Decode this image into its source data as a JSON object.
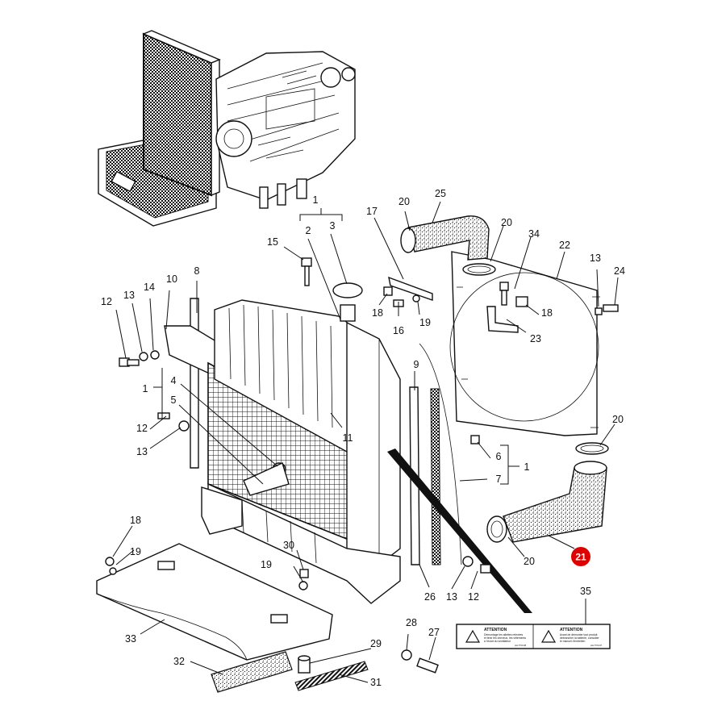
{
  "callouts": [
    {
      "id": "c1a",
      "label": "1"
    },
    {
      "id": "c1b",
      "label": "1"
    },
    {
      "id": "c1c",
      "label": "1"
    },
    {
      "id": "c2",
      "label": "2"
    },
    {
      "id": "c3",
      "label": "3"
    },
    {
      "id": "c4",
      "label": "4"
    },
    {
      "id": "c5",
      "label": "5"
    },
    {
      "id": "c6",
      "label": "6"
    },
    {
      "id": "c7",
      "label": "7"
    },
    {
      "id": "c8",
      "label": "8"
    },
    {
      "id": "c9",
      "label": "9"
    },
    {
      "id": "c10",
      "label": "10"
    },
    {
      "id": "c11",
      "label": "11"
    },
    {
      "id": "c12a",
      "label": "12"
    },
    {
      "id": "c12b",
      "label": "12"
    },
    {
      "id": "c12c",
      "label": "12"
    },
    {
      "id": "c13a",
      "label": "13"
    },
    {
      "id": "c13b",
      "label": "13"
    },
    {
      "id": "c13c",
      "label": "13"
    },
    {
      "id": "c13d",
      "label": "13"
    },
    {
      "id": "c14",
      "label": "14"
    },
    {
      "id": "c15",
      "label": "15"
    },
    {
      "id": "c16",
      "label": "16"
    },
    {
      "id": "c17",
      "label": "17"
    },
    {
      "id": "c18a",
      "label": "18"
    },
    {
      "id": "c18b",
      "label": "18"
    },
    {
      "id": "c18c",
      "label": "18"
    },
    {
      "id": "c19a",
      "label": "19"
    },
    {
      "id": "c19b",
      "label": "19"
    },
    {
      "id": "c19c",
      "label": "19"
    },
    {
      "id": "c20a",
      "label": "20"
    },
    {
      "id": "c20b",
      "label": "20"
    },
    {
      "id": "c20c",
      "label": "20"
    },
    {
      "id": "c20d",
      "label": "20"
    },
    {
      "id": "c22",
      "label": "22"
    },
    {
      "id": "c23",
      "label": "23"
    },
    {
      "id": "c24",
      "label": "24"
    },
    {
      "id": "c25",
      "label": "25"
    },
    {
      "id": "c26",
      "label": "26"
    },
    {
      "id": "c27",
      "label": "27"
    },
    {
      "id": "c28",
      "label": "28"
    },
    {
      "id": "c29",
      "label": "29"
    },
    {
      "id": "c30",
      "label": "30"
    },
    {
      "id": "c31",
      "label": "31"
    },
    {
      "id": "c32",
      "label": "32"
    },
    {
      "id": "c33",
      "label": "33"
    },
    {
      "id": "c34",
      "label": "34"
    },
    {
      "id": "c35",
      "label": "35"
    }
  ],
  "highlighted_callout": {
    "label": "21",
    "color": "#e00000"
  },
  "warning_decal": {
    "left": {
      "title": "ATTENTION",
      "lines": [
        "Démontage les ailettes relevées",
        "et tenir les cheveux, les vêtements",
        "à l'écart du ventilateur"
      ],
      "code": "HH-7700-98"
    },
    "right": {
      "title": "ATTENTION",
      "lines": [
        "Avant de démonter tout produit",
        "débrancher la batterie, consulter",
        "le manuel d'entretien"
      ],
      "code": "HH-7700-97"
    }
  },
  "colors": {
    "line": "#111111",
    "highlight": "#e00000",
    "background": "#ffffff"
  }
}
